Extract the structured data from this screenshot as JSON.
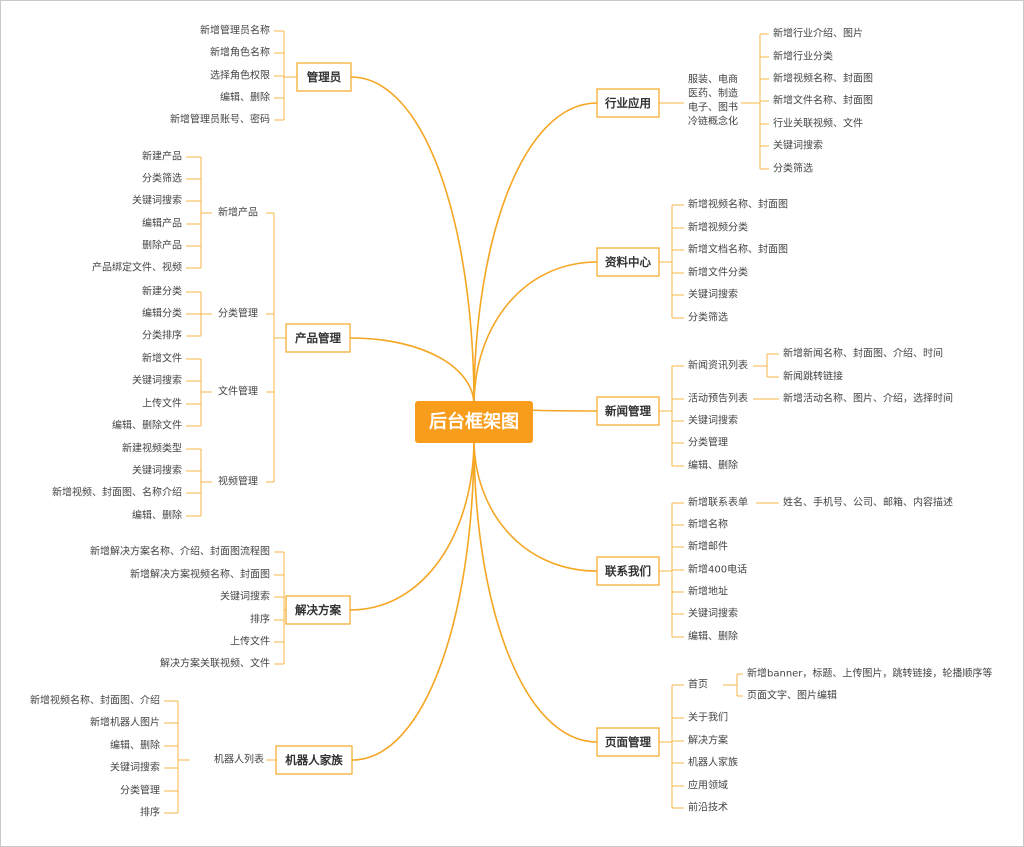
{
  "diagram": {
    "root": {
      "label": "后台框架图"
    },
    "branches": [
      {
        "label": "管理员",
        "side": "left",
        "children": [
          {
            "label": "新增管理员名称"
          },
          {
            "label": "新增角色名称"
          },
          {
            "label": "选择角色权限"
          },
          {
            "label": "编辑、删除"
          },
          {
            "label": "新增管理员账号、密码"
          }
        ]
      },
      {
        "label": "产品管理",
        "side": "left",
        "children": [
          {
            "label": "新增产品",
            "children": [
              {
                "label": "新建产品"
              },
              {
                "label": "分类筛选"
              },
              {
                "label": "关键词搜索"
              },
              {
                "label": "编辑产品"
              },
              {
                "label": "删除产品"
              },
              {
                "label": "产品绑定文件、视频"
              }
            ]
          },
          {
            "label": "分类管理",
            "children": [
              {
                "label": "新建分类"
              },
              {
                "label": "编辑分类"
              },
              {
                "label": "分类排序"
              }
            ]
          },
          {
            "label": "文件管理",
            "children": [
              {
                "label": "新增文件"
              },
              {
                "label": "关键词搜索"
              },
              {
                "label": "上传文件"
              },
              {
                "label": "编辑、删除文件"
              }
            ]
          },
          {
            "label": "视频管理",
            "children": [
              {
                "label": "新建视频类型"
              },
              {
                "label": "关键词搜索"
              },
              {
                "label": "新增视频、封面图、名称介绍"
              },
              {
                "label": "编辑、删除"
              }
            ]
          }
        ]
      },
      {
        "label": "解决方案",
        "side": "left",
        "children": [
          {
            "label": "新增解决方案名称、介绍、封面图流程图"
          },
          {
            "label": "新增解决方案视频名称、封面图"
          },
          {
            "label": "关键词搜索"
          },
          {
            "label": "排序"
          },
          {
            "label": "上传文件"
          },
          {
            "label": "解决方案关联视频、文件"
          }
        ]
      },
      {
        "label": "机器人家族",
        "side": "left",
        "children": [
          {
            "label": "机器人列表",
            "children": [
              {
                "label": "新增视频名称、封面图、介绍"
              },
              {
                "label": "新增机器人图片"
              },
              {
                "label": "编辑、删除"
              },
              {
                "label": "关键词搜索"
              },
              {
                "label": "分类管理"
              },
              {
                "label": "排序"
              }
            ]
          }
        ]
      },
      {
        "label": "行业应用",
        "side": "right",
        "note": [
          "服装、电商",
          "医药、制造",
          "电子、图书",
          "冷链概念化"
        ],
        "children": [
          {
            "label": "新增行业介绍、图片"
          },
          {
            "label": "新增行业分类"
          },
          {
            "label": "新增视频名称、封面图"
          },
          {
            "label": "新增文件名称、封面图"
          },
          {
            "label": "行业关联视频、文件"
          },
          {
            "label": "关键词搜索"
          },
          {
            "label": "分类筛选"
          }
        ]
      },
      {
        "label": "资料中心",
        "side": "right",
        "children": [
          {
            "label": "新增视频名称、封面图"
          },
          {
            "label": "新增视频分类"
          },
          {
            "label": "新增文档名称、封面图"
          },
          {
            "label": "新增文件分类"
          },
          {
            "label": "关键词搜索"
          },
          {
            "label": "分类筛选"
          }
        ]
      },
      {
        "label": "新闻管理",
        "side": "right",
        "children": [
          {
            "label": "新闻资讯列表",
            "children": [
              {
                "label": "新增新闻名称、封面图、介绍、时间"
              },
              {
                "label": "新闻跳转链接"
              }
            ]
          },
          {
            "label": "活动预告列表",
            "children": [
              {
                "label": "新增活动名称、图片、介绍，选择时间"
              }
            ]
          },
          {
            "label": "关键词搜索"
          },
          {
            "label": "分类管理"
          },
          {
            "label": "编辑、删除"
          }
        ]
      },
      {
        "label": "联系我们",
        "side": "right",
        "children": [
          {
            "label": "新增联系表单",
            "children": [
              {
                "label": "姓名、手机号、公司、邮箱、内容描述"
              }
            ]
          },
          {
            "label": "新增名称"
          },
          {
            "label": "新增邮件"
          },
          {
            "label": "新增400电话"
          },
          {
            "label": "新增地址"
          },
          {
            "label": "关键词搜索"
          },
          {
            "label": "编辑、删除"
          }
        ]
      },
      {
        "label": "页面管理",
        "side": "right",
        "children": [
          {
            "label": "首页",
            "children": [
              {
                "label": "新增banner，标题、上传图片，跳转链接，轮播顺序等"
              },
              {
                "label": "页面文字、图片编辑"
              }
            ]
          },
          {
            "label": "关于我们"
          },
          {
            "label": "解决方案"
          },
          {
            "label": "机器人家族"
          },
          {
            "label": "应用领域"
          },
          {
            "label": "前沿技术"
          }
        ]
      }
    ]
  }
}
